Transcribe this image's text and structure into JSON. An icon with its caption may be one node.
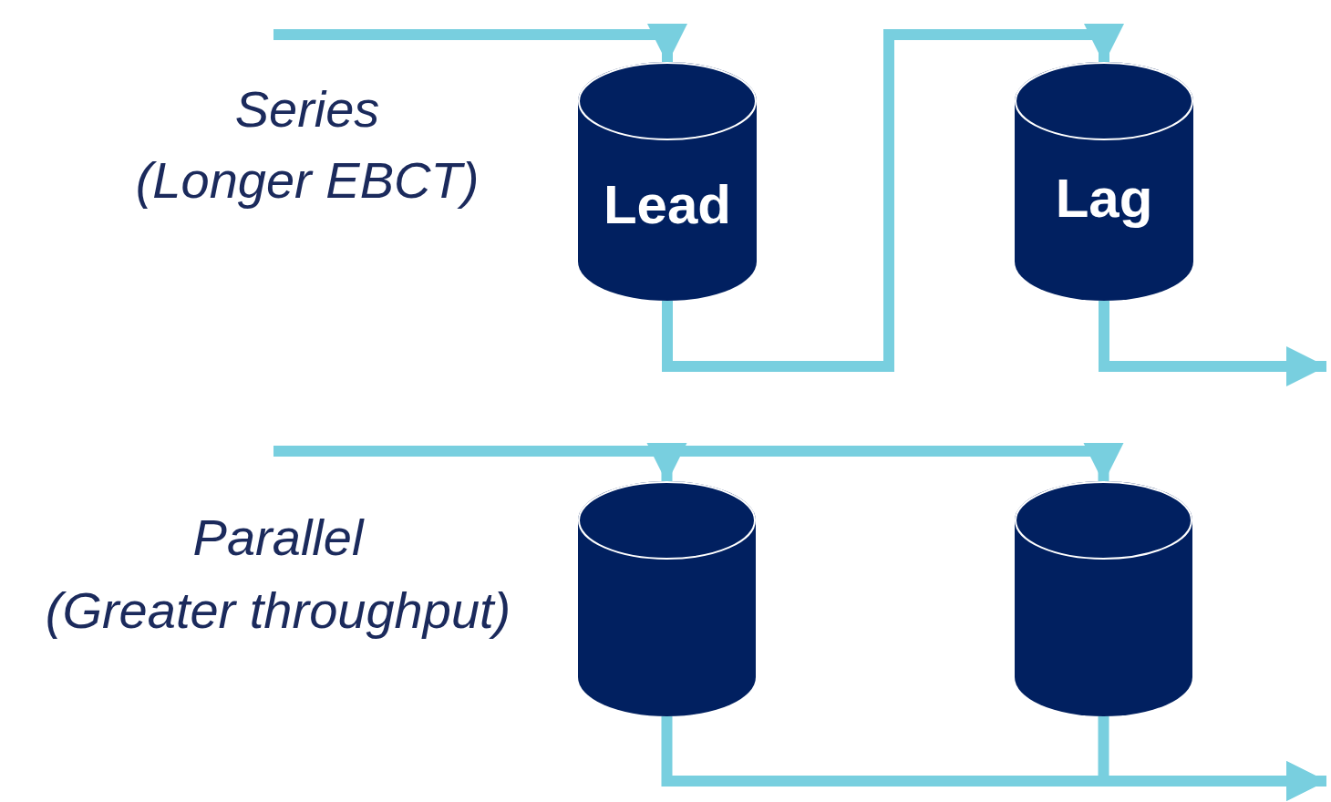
{
  "diagram": {
    "nodes": [
      {
        "text": [
          "Lead"
        ]
      },
      {
        "text": [
          "Lag"
        ]
      },
      {
        "text": [],
        "shape": "cylinder"
      },
      {
        "text": [],
        "shape": "cylinder"
      }
    ],
    "edges": [
      {
        "from": null,
        "to": 0,
        "arrow": "to"
      },
      {
        "from": 0,
        "to": 1,
        "arrow": "to"
      },
      {
        "from": 1,
        "to": null,
        "arrow": "to"
      },
      {
        "from": null,
        "to": 2,
        "arrow": "to"
      },
      {
        "from": null,
        "to": 3,
        "arrow": "to"
      },
      {
        "from": 2,
        "to": null,
        "arrow": "to"
      },
      {
        "from": 3,
        "to": null,
        "arrow": "to"
      }
    ],
    "labels": [
      "Series",
      "(Longer EBCT)",
      "Parallel",
      "(Greater throughput)"
    ]
  }
}
